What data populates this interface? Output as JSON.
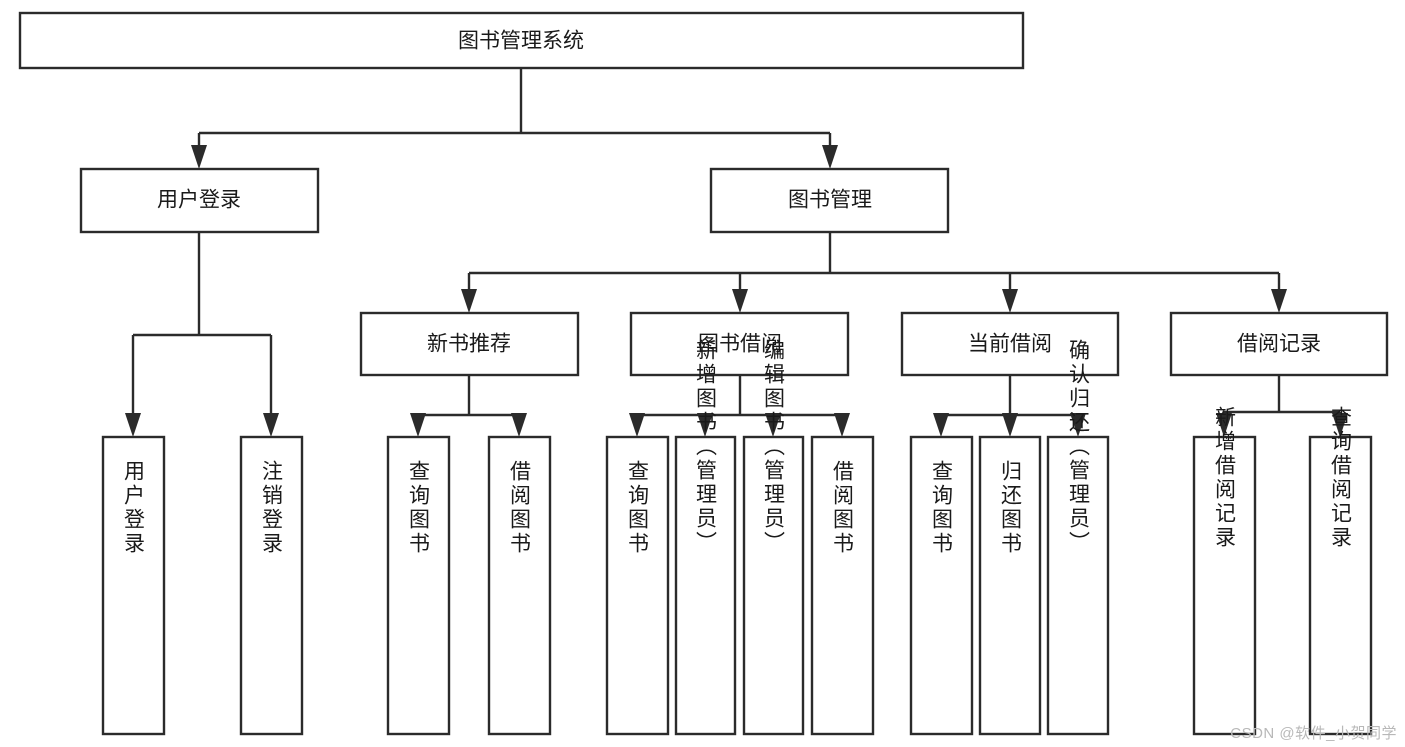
{
  "diagram": {
    "type": "tree-hierarchy",
    "title": "图书管理系统",
    "watermark": "CSDN @软件_小贺同学",
    "levels": 4,
    "colors": {
      "box_stroke": "#2b2b2b",
      "box_fill": "#ffffff",
      "connector": "#2b2b2b",
      "text": "#1a1a1a",
      "background": "#ffffff",
      "watermark": "#b8b8b8"
    },
    "root": {
      "label": "图书管理系统",
      "orientation": "horizontal"
    },
    "level2": [
      {
        "id": "user-login",
        "label": "用户登录",
        "orientation": "horizontal"
      },
      {
        "id": "book-manage",
        "label": "图书管理",
        "orientation": "horizontal"
      }
    ],
    "level3": [
      {
        "id": "new-book-recommend",
        "label": "新书推荐",
        "orientation": "horizontal",
        "parent": "book-manage"
      },
      {
        "id": "book-borrow",
        "label": "图书借阅",
        "orientation": "horizontal",
        "parent": "book-manage"
      },
      {
        "id": "current-borrow",
        "label": "当前借阅",
        "orientation": "horizontal",
        "parent": "book-manage"
      },
      {
        "id": "borrow-record",
        "label": "借阅记录",
        "orientation": "horizontal",
        "parent": "book-manage"
      }
    ],
    "leaves": {
      "user-login": [
        {
          "id": "leaf-user-login",
          "label": "用户登录",
          "orientation": "vertical"
        },
        {
          "id": "leaf-user-logout",
          "label": "注销登录",
          "orientation": "vertical"
        }
      ],
      "new-book-recommend": [
        {
          "id": "leaf-query-book-1",
          "label": "查询图书",
          "orientation": "vertical"
        },
        {
          "id": "leaf-borrow-book-1",
          "label": "借阅图书",
          "orientation": "vertical"
        }
      ],
      "book-borrow": [
        {
          "id": "leaf-query-book-2",
          "label": "查询图书",
          "orientation": "vertical"
        },
        {
          "id": "leaf-add-book",
          "label": "新增图书（管理员）",
          "orientation": "vertical"
        },
        {
          "id": "leaf-edit-book",
          "label": "编辑图书（管理员）",
          "orientation": "vertical"
        },
        {
          "id": "leaf-borrow-book-2",
          "label": "借阅图书",
          "orientation": "vertical"
        }
      ],
      "current-borrow": [
        {
          "id": "leaf-query-book-3",
          "label": "查询图书",
          "orientation": "vertical"
        },
        {
          "id": "leaf-return-book",
          "label": "归还图书",
          "orientation": "vertical"
        },
        {
          "id": "leaf-confirm-return",
          "label": "确认归还（管理员）",
          "orientation": "vertical"
        }
      ],
      "borrow-record": [
        {
          "id": "leaf-add-record",
          "label": "新增借阅记录",
          "orientation": "vertical"
        },
        {
          "id": "leaf-query-record",
          "label": "查询借阅记录",
          "orientation": "vertical"
        }
      ]
    }
  }
}
